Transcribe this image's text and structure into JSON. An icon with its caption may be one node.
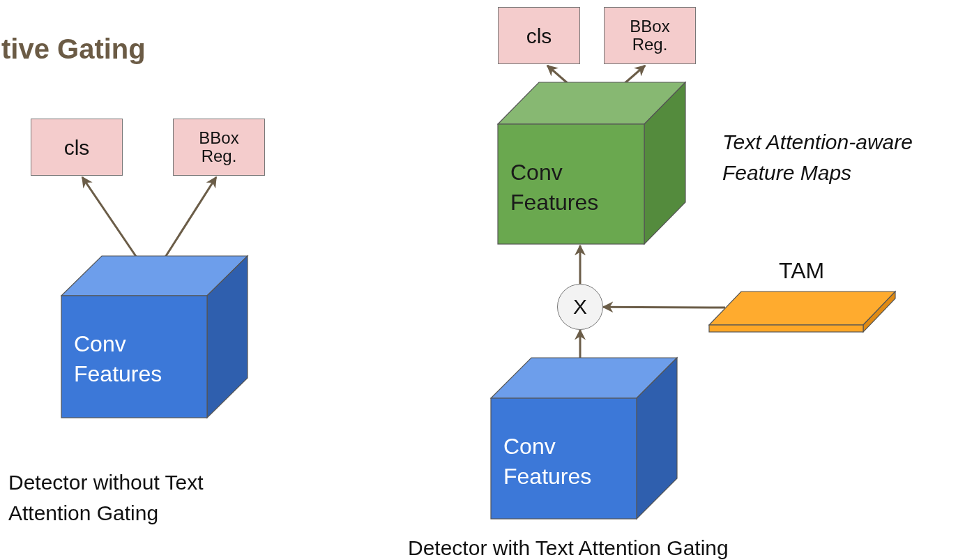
{
  "diagram": {
    "title": "tive Gating",
    "nodes": [
      {
        "text": [
          "cls"
        ]
      },
      {
        "text": [
          "BBox Reg."
        ]
      },
      {
        "text": [
          "Conv Features"
        ]
      },
      {
        "text": [
          "cls"
        ]
      },
      {
        "text": [
          "BBox Reg."
        ]
      },
      {
        "text": [
          "Conv Features"
        ]
      },
      {
        "text": [
          "X"
        ]
      },
      {
        "text": [
          "TAM"
        ]
      },
      {
        "text": [
          "Conv Features"
        ]
      }
    ],
    "edges": [
      {
        "from": 2,
        "to": 0,
        "arrow": "to"
      },
      {
        "from": 2,
        "to": 1,
        "arrow": "to"
      },
      {
        "from": 5,
        "to": 3,
        "arrow": "to"
      },
      {
        "from": 5,
        "to": 4,
        "arrow": "to"
      },
      {
        "from": 8,
        "to": 6,
        "arrow": "to"
      },
      {
        "from": 6,
        "to": 5,
        "arrow": "to"
      },
      {
        "from": 7,
        "to": 6,
        "arrow": "to"
      }
    ],
    "labels": [
      "Text Attention-aware Feature Maps",
      "Detector without Text Attention Gating",
      "Detector with Text Attention Gating"
    ]
  }
}
